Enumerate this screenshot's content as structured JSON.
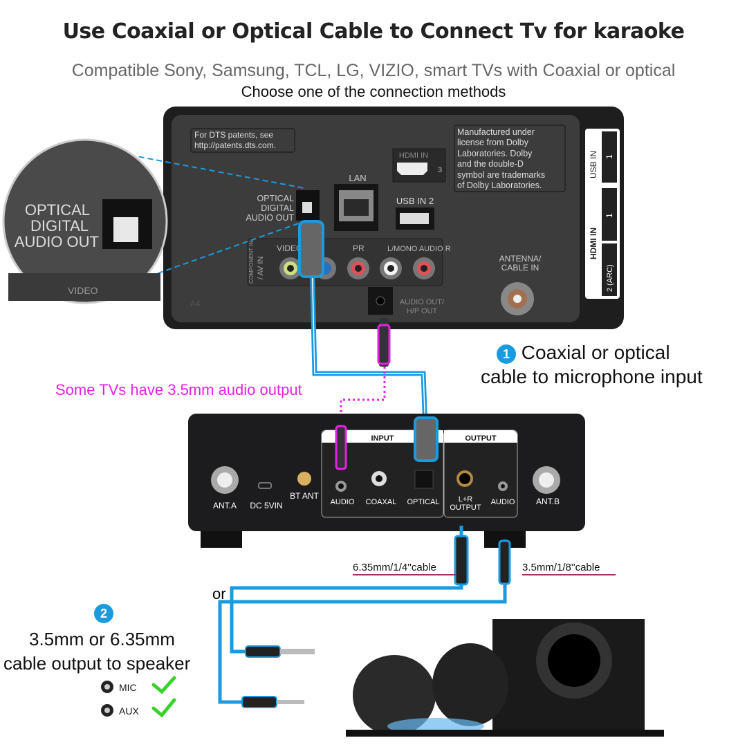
{
  "header": {
    "title": "Use Coaxial or Optical Cable to Connect Tv for karaoke",
    "subtitle": "Compatible Sony, Samsung, TCL, LG, VIZIO, smart TVs with Coaxial or optical",
    "instruction": "Choose one of the connection methods"
  },
  "tv_panel": {
    "dts_notice": [
      "For DTS patents, see",
      "http://patents.dts.com."
    ],
    "dolby_notice": [
      "Manufactured under",
      "license from Dolby",
      "Laboratories. Dolby",
      "and the double-D",
      "symbol are trademarks",
      "of Dolby Laboratories."
    ],
    "optical_label": [
      "OPTICAL",
      "DIGITAL",
      "AUDIO OUT"
    ],
    "lan_label": "LAN",
    "hdmi3_label": "HDMI IN",
    "hdmi3_num": "3",
    "usb2_label": "USB IN 2",
    "av_label": [
      "COMPONENT IN",
      "/ AV IN"
    ],
    "video_label": "VIDEO",
    "pr_label": "PR",
    "audio_label": "L/MONO AUDIO R",
    "audio_out_label": [
      "AUDIO OUT/",
      "H/P OUT"
    ],
    "antenna_label": [
      "ANTENNA/",
      "CABLE IN"
    ],
    "a4_label": "A4",
    "side_usb": {
      "label": "USB IN",
      "num": "1"
    },
    "side_hdmi": {
      "label": "HDMI IN",
      "num1": "1",
      "num2": "2 (ARC)"
    }
  },
  "zoom_inset": {
    "label": [
      "OPTICAL",
      "DIGITAL",
      "AUDIO OUT"
    ],
    "sub": "VIDEO"
  },
  "tv_note": "Some TVs have 3.5mm audio output",
  "callout1": {
    "number": "1",
    "line1": "Coaxial or optical",
    "line2": "cable to microphone input"
  },
  "receiver": {
    "ant_a": "ANT.A",
    "dc": "DC 5VIN",
    "bt": "BT ANT",
    "input_header": "INPUT",
    "output_header": "OUTPUT",
    "in_audio": "AUDIO",
    "in_coaxial": "COAXAL",
    "in_optical": "OPTICAL",
    "out_lr": [
      "L+R",
      "OUTPUT"
    ],
    "out_audio": "AUDIO",
    "ant_b": "ANT.B"
  },
  "cables": {
    "large": "6.35mm/1/4''cable",
    "small": "3.5mm/1/8''cable",
    "or": "or"
  },
  "callout2": {
    "number": "2",
    "line1": "3.5mm or 6.35mm",
    "line2": "cable output to speaker",
    "items": [
      {
        "label": "MIC",
        "checked": true
      },
      {
        "label": "AUX",
        "checked": true
      }
    ]
  },
  "colors": {
    "cable_blue": "#1a9be0",
    "magenta": "#e620e6",
    "check_green": "#3ad12a",
    "tv_body": "#3a3a3a",
    "receiver_body": "#1c1c1e"
  }
}
